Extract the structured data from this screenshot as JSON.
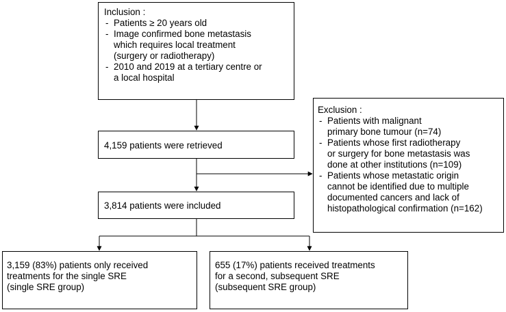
{
  "inclusion": {
    "title": "Inclusion :",
    "items": [
      "Patients ≥ 20 years old",
      "Image confirmed bone metastasis\nwhich requires local treatment\n(surgery or radiotherapy)",
      "2010 and 2019 at a tertiary centre or\na local hospital"
    ]
  },
  "retrieved": {
    "text": "4,159 patients were retrieved"
  },
  "exclusion": {
    "title": "Exclusion :",
    "items": [
      "Patients with malignant\nprimary bone tumour (n=74)",
      "Patients whose first radiotherapy\nor surgery for bone metastasis was\ndone at other institutions (n=109)",
      "Patients whose metastatic origin\ncannot be identified due to multiple\ndocumented cancers and lack of\nhistopathological confirmation (n=162)"
    ]
  },
  "included": {
    "text": "3,814 patients were included"
  },
  "single_group": {
    "text": "3,159 (83%) patients only received\ntreatments for the single SRE\n(single SRE group)"
  },
  "subsequent_group": {
    "text": "655 (17%) patients received treatments\nfor a second, subsequent SRE\n(subsequent SRE group)"
  },
  "colors": {
    "line": "#000000",
    "box_border": "#000000",
    "background": "#ffffff"
  }
}
